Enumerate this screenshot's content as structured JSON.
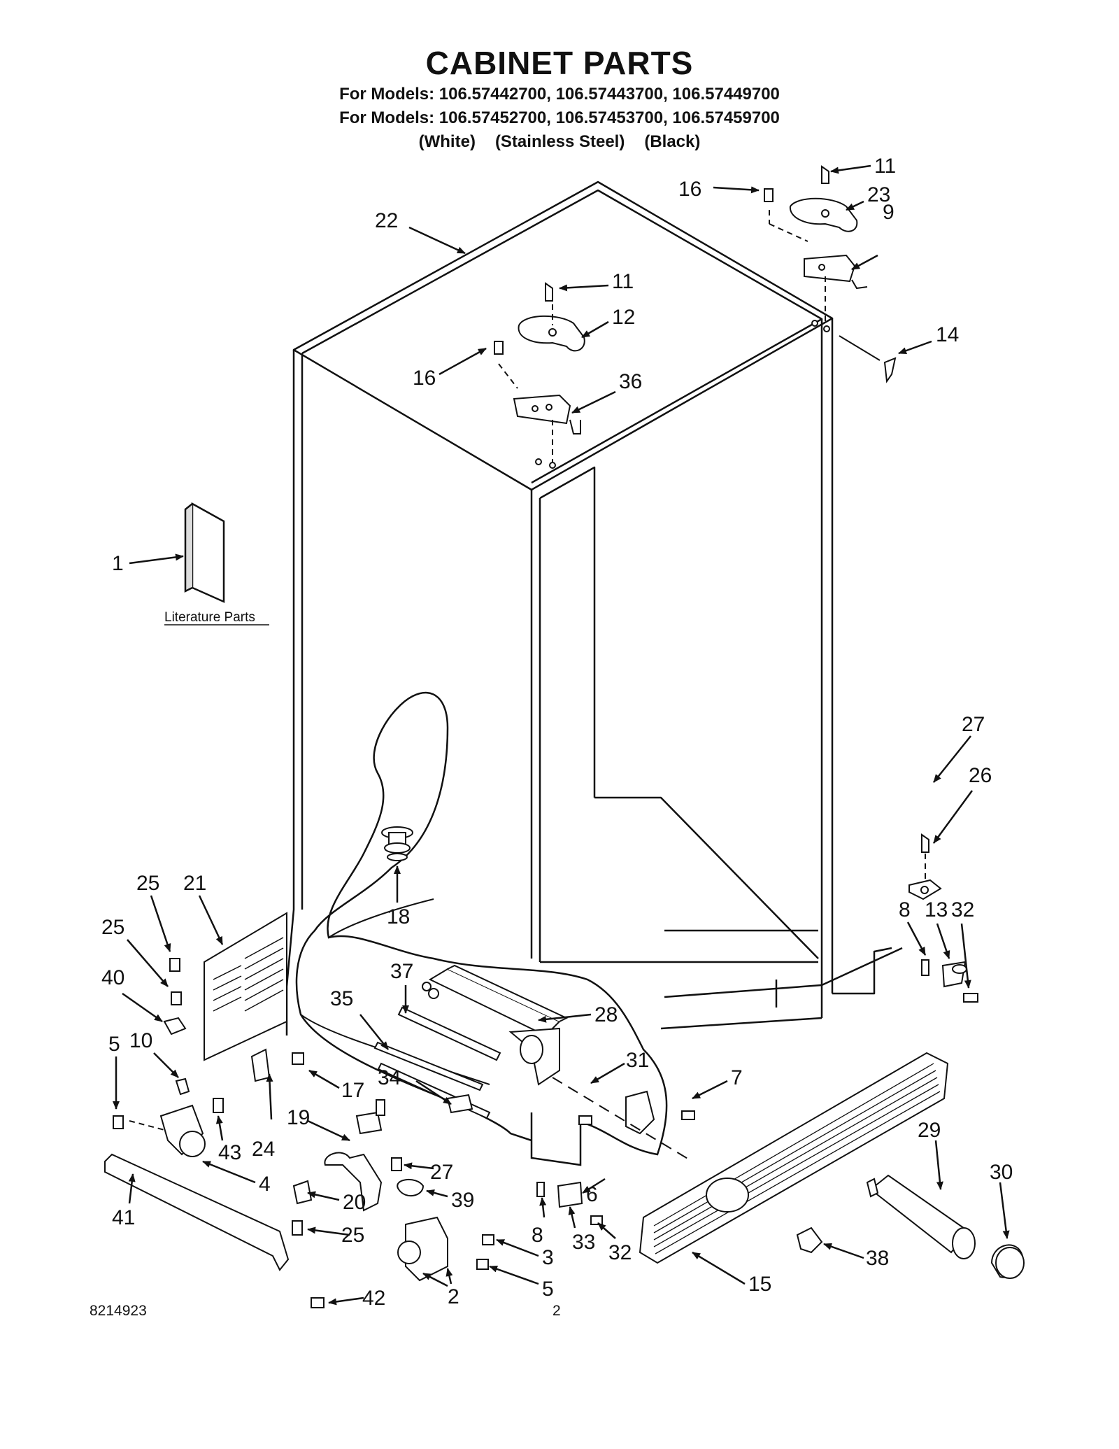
{
  "header": {
    "title": "CABINET PARTS",
    "models_line_1": "For Models: 106.57442700, 106.57443700, 106.57449700",
    "models_line_2": "For Models: 106.57452700, 106.57453700, 106.57459700",
    "color_white": "(White)",
    "color_stainless": "(Stainless Steel)",
    "color_black": "(Black)"
  },
  "diagram": {
    "literature_label": "Literature Parts",
    "callouts": {
      "c22": "22",
      "c11a": "11",
      "c16a": "16",
      "c23": "23",
      "c9": "9",
      "c11b": "11",
      "c12": "12",
      "c16b": "16",
      "c36": "36",
      "c14": "14",
      "c1": "1",
      "c27a": "27",
      "c26": "26",
      "c8a": "8",
      "c13": "13",
      "c32a": "32",
      "c25a": "25",
      "c21": "21",
      "c25b": "25",
      "c40": "40",
      "c18": "18",
      "c37": "37",
      "c35": "35",
      "c28": "28",
      "c5a": "5",
      "c10": "10",
      "c31": "31",
      "c34": "34",
      "c7": "7",
      "c17": "17",
      "c19": "19",
      "c43": "43",
      "c24": "24",
      "c27b": "27",
      "c29": "29",
      "c30": "30",
      "c4": "4",
      "c6": "6",
      "c20": "20",
      "c39": "39",
      "c41": "41",
      "c25c": "25",
      "c8b": "8",
      "c33": "33",
      "c3": "3",
      "c32b": "32",
      "c38": "38",
      "c2": "2",
      "c5b": "5",
      "c15": "15",
      "c42": "42"
    }
  },
  "footer": {
    "doc_number": "8214923",
    "page_number": "2"
  }
}
